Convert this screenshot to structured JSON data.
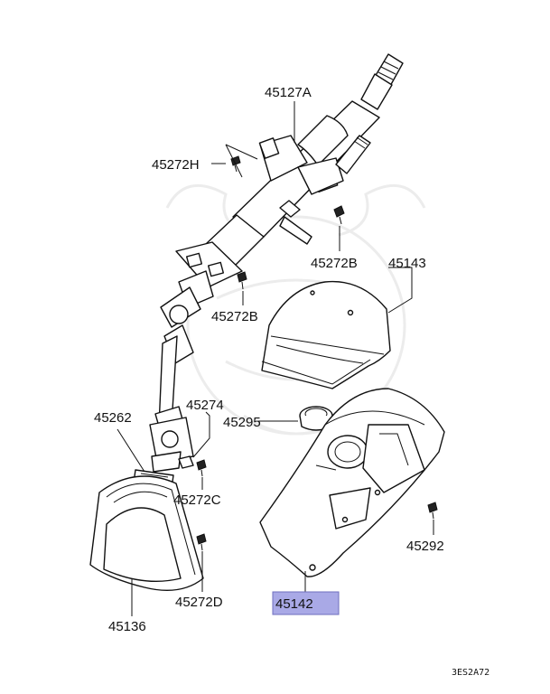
{
  "diagram": {
    "labels": {
      "col_upper": "45127A",
      "bolt_h": "45272H",
      "bolt_b_right": "45272B",
      "cover_upper": "45143",
      "bolt_b_left": "45272B",
      "nut_45274": "45274",
      "grommet_45295": "45295",
      "clamp_45262": "45262",
      "bolt_c": "45272C",
      "screw_45292": "45292",
      "boot_45136": "45136",
      "bolt_d": "45272D",
      "cover_lower": "45142"
    },
    "drawing_code": "3ES2A72",
    "highlight_color": "#a9a9e6",
    "highlight_border": "#6f6fbf"
  }
}
